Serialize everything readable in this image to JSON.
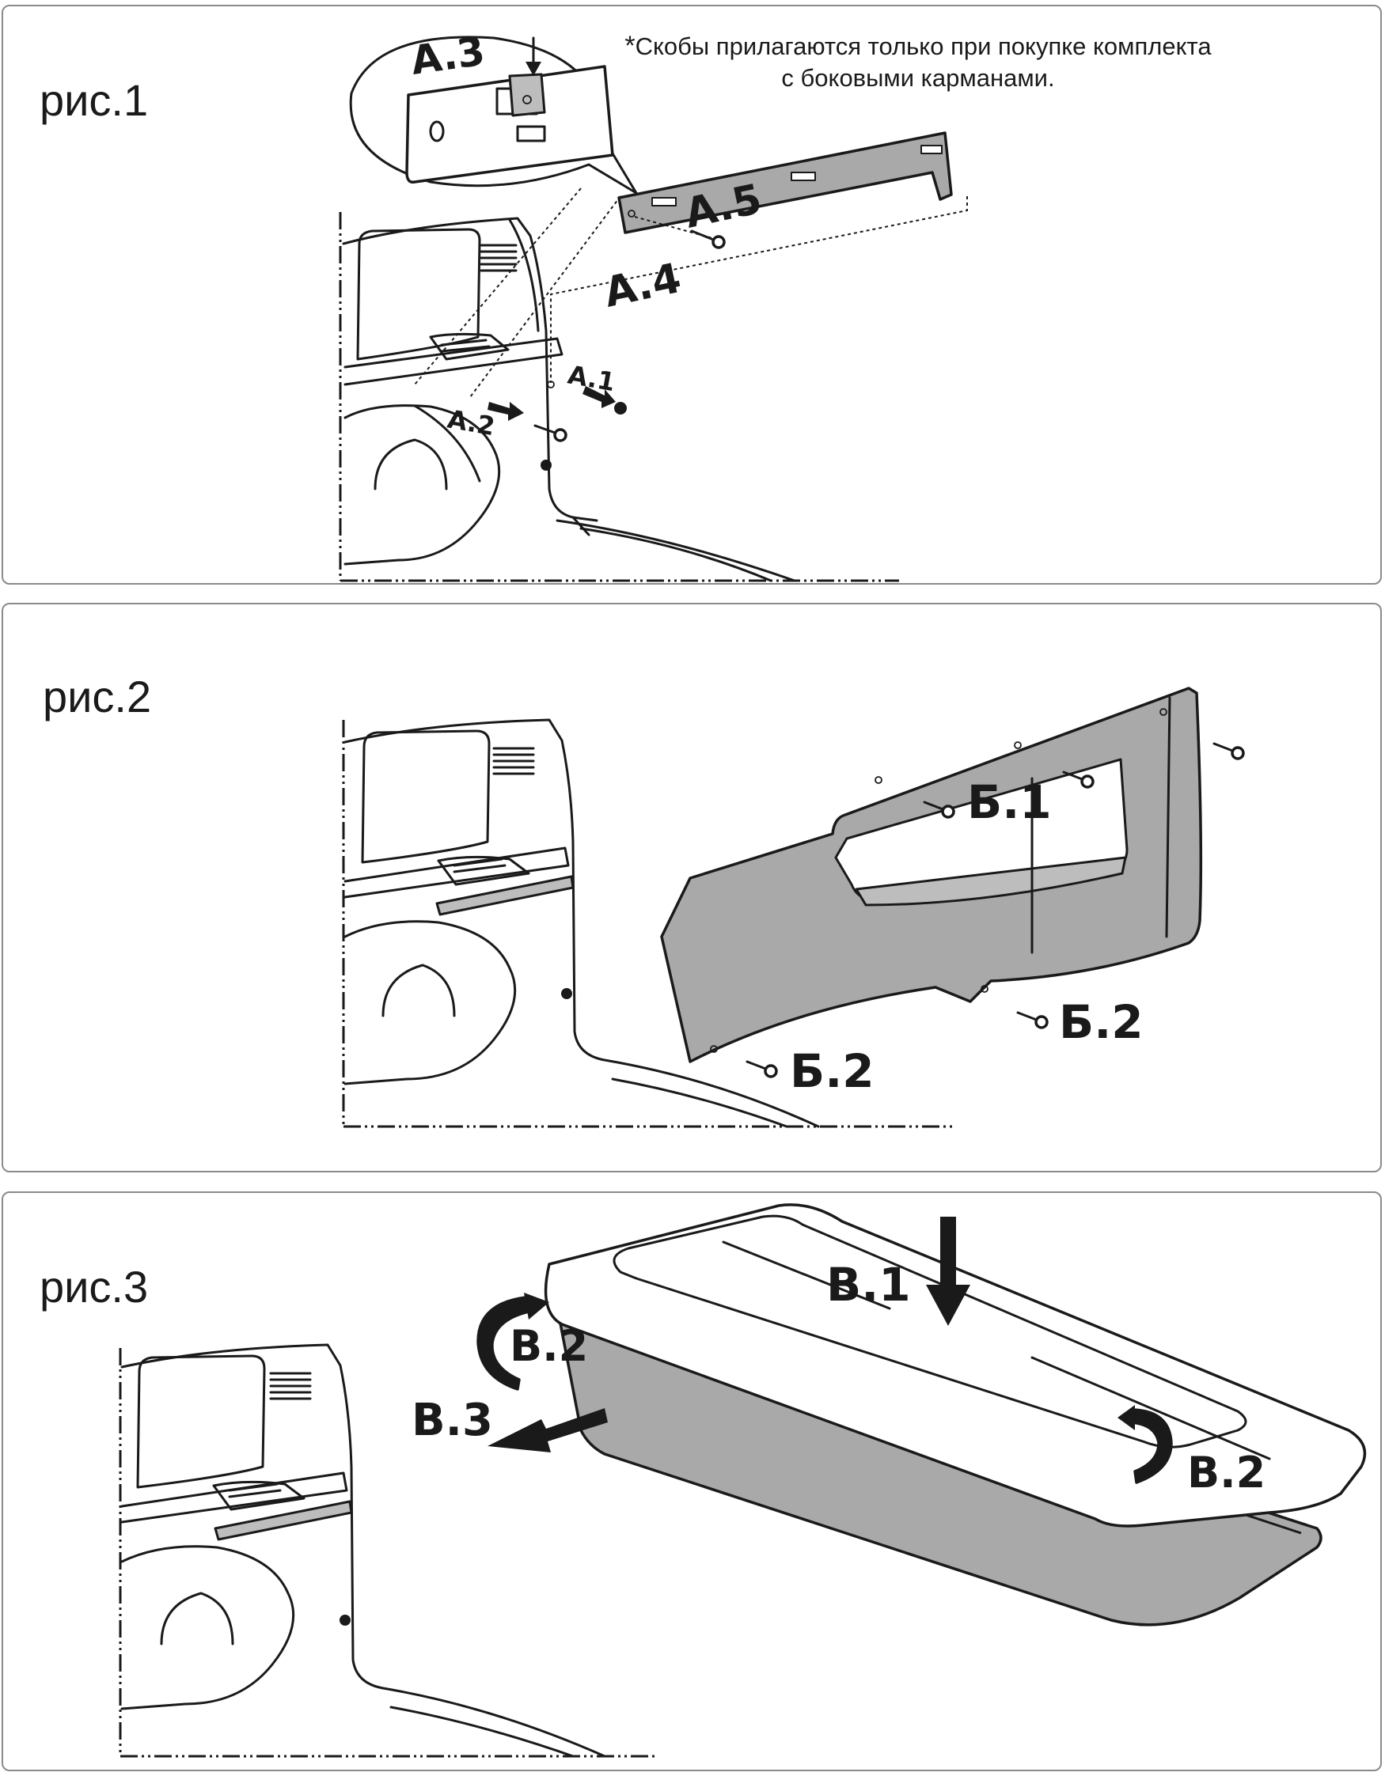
{
  "figures": [
    {
      "label": "рис.1",
      "callouts": [
        "A.3",
        "A.5",
        "A.4",
        "A.1",
        "A.2"
      ]
    },
    {
      "label": "рис.2",
      "callouts": [
        "Б.1",
        "Б.2",
        "Б.2"
      ]
    },
    {
      "label": "рис.3",
      "callouts": [
        "B.1",
        "B.2",
        "B.2",
        "B.3"
      ]
    }
  ],
  "note": {
    "asterisk": "*",
    "line1": "Скобы прилагаются только при покупке комплекта",
    "line2": "с боковыми карманами."
  },
  "colors": {
    "part_fill": "#a9a9a9",
    "line": "#1a1a1a",
    "panel_border": "#8a8a8a"
  }
}
